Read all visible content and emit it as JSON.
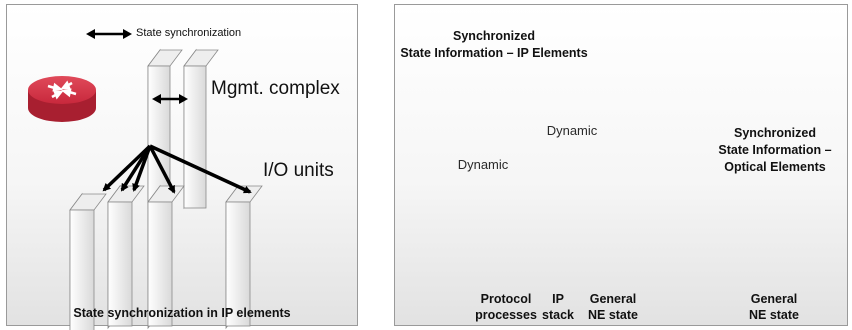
{
  "left_panel": {
    "legend_label": "State synchronization",
    "mgmt_label": "Mgmt. complex",
    "io_label": "I/O units",
    "caption": "State synchronization in IP elements"
  },
  "right_panel": {
    "ip_title_line1": "Synchronized",
    "ip_title_line2": "State Information – IP Elements",
    "optical_title_line1": "Synchronized",
    "optical_title_line2": "State Information –",
    "optical_title_line3": "Optical Elements",
    "burst1_label": "Dynamic",
    "burst2_label": "Dynamic",
    "columns": [
      {
        "line1": "Protocol",
        "line2": "processes"
      },
      {
        "line1": "IP",
        "line2": "stack"
      },
      {
        "line1": "General",
        "line2": "NE state"
      },
      {
        "line1": "General",
        "line2": "NE state"
      }
    ]
  },
  "colors": {
    "router_red": "#c8283c",
    "burst_fill": "#f7b733",
    "burst_stroke": "#d4781c",
    "optical_top": "#6fc7e8",
    "optical_front": "#eeeaa6"
  }
}
